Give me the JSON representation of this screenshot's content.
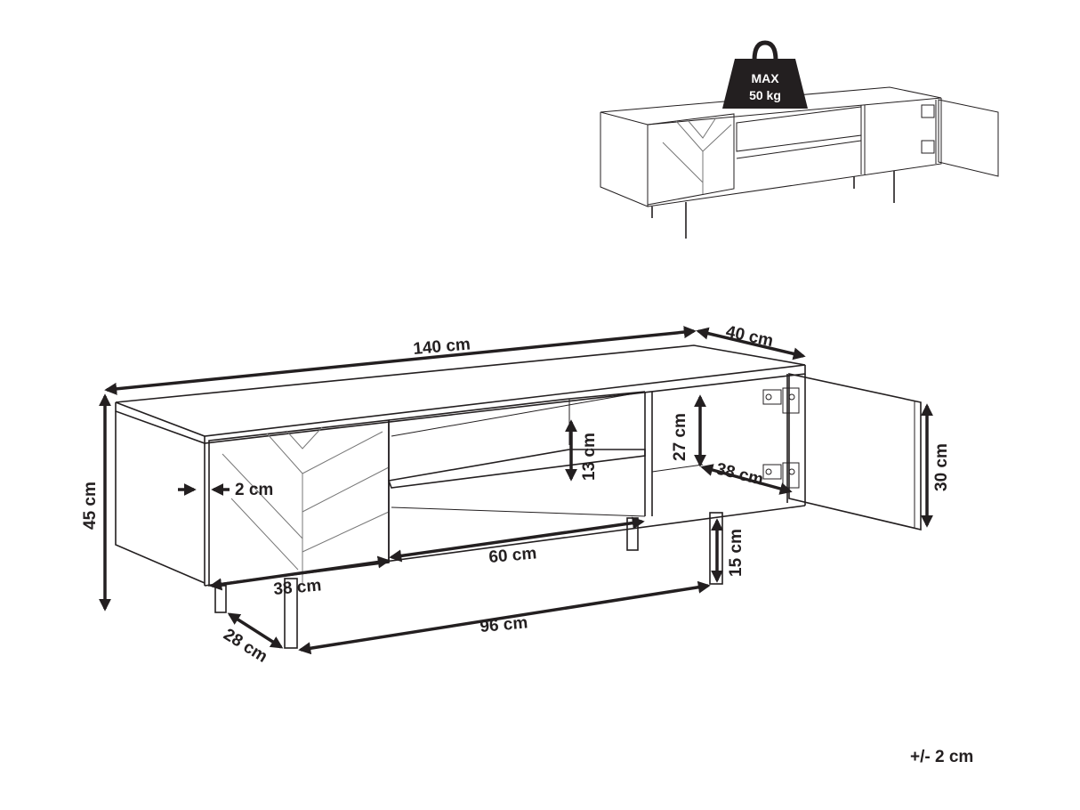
{
  "weight_badge": {
    "line1": "MAX",
    "line2": "50 kg"
  },
  "dimensions": {
    "width": "140 cm",
    "depth": "40 cm",
    "height": "45 cm",
    "frame_offset": "2 cm",
    "right_compartment_height": "27 cm",
    "shelf_height": "13 cm",
    "right_compartment_depth": "38 cm",
    "door_height": "30 cm",
    "open_section_width": "60 cm",
    "leg_height": "15 cm",
    "left_door_width": "38 cm",
    "leg_span_width": "96 cm",
    "leg_span_depth": "28 cm"
  },
  "tolerance": "+/- 2 cm",
  "colors": {
    "line": "#231f20",
    "badge": "#231f20"
  }
}
